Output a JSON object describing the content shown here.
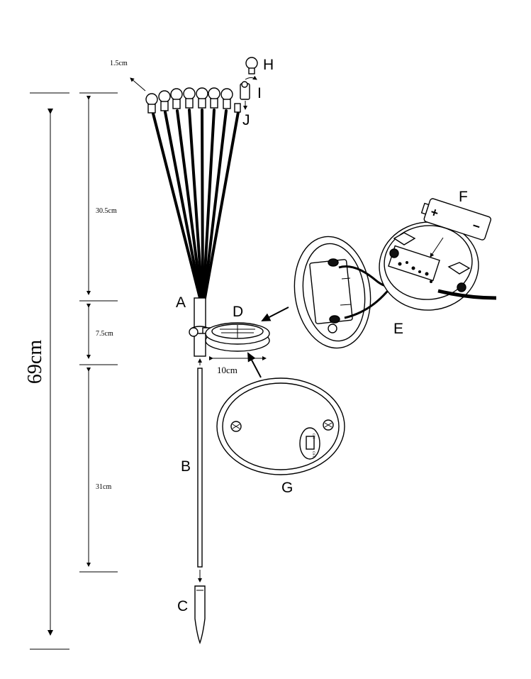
{
  "labels": {
    "A": "A",
    "B": "B",
    "C": "C",
    "D": "D",
    "E": "E",
    "F": "F",
    "G": "G",
    "H": "H",
    "I": "I",
    "J": "J"
  },
  "dimensions": {
    "bulb": "1.5cm",
    "branches": "30.5cm",
    "tube": "7.5cm",
    "rod": "31cm",
    "total": "69cm",
    "panel_width": "10cm"
  },
  "battery": {
    "plus": "+",
    "minus": "−"
  },
  "switch": {
    "on": "ON",
    "off": "OFF"
  }
}
